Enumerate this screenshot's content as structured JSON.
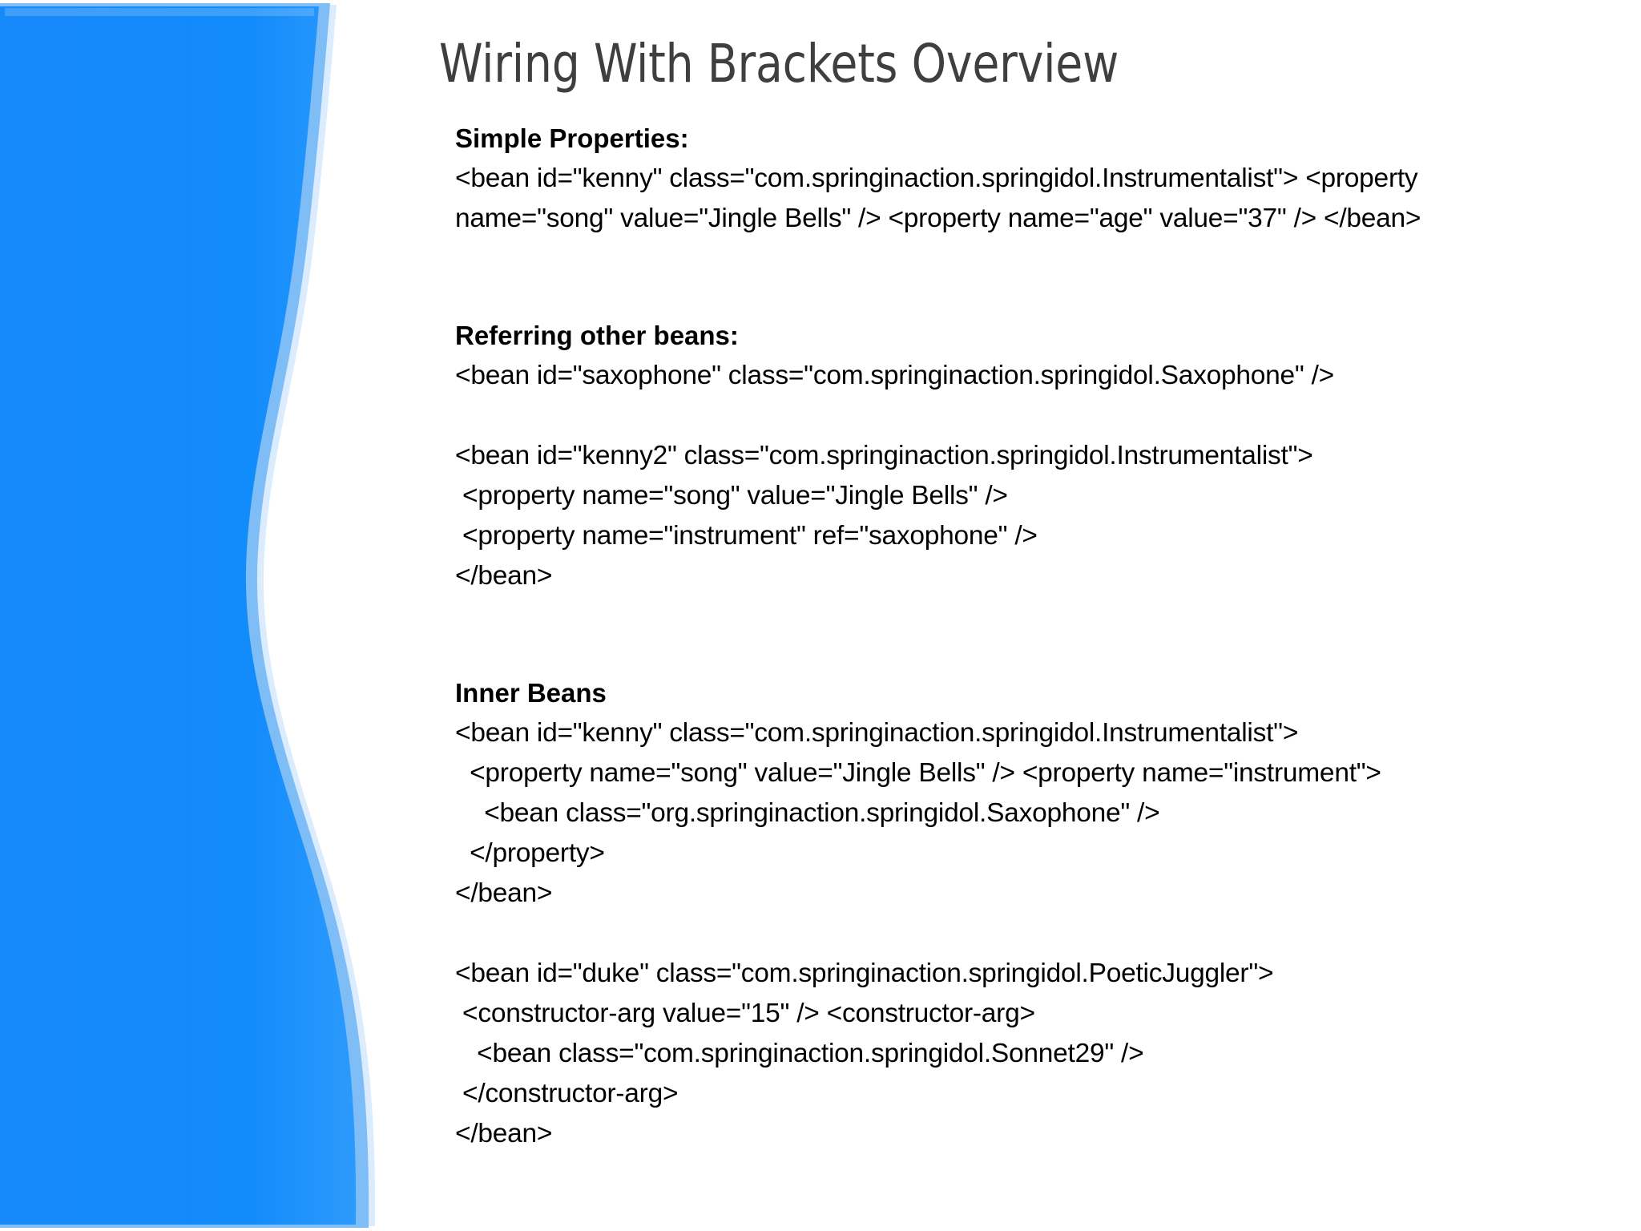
{
  "slide": {
    "title": "Wiring With Brackets Overview",
    "background_color": "#FFFFFF",
    "title_color": "#3F3F3F"
  },
  "decoration": {
    "name": "blue-wave-shape",
    "fill_color": "#1489FA",
    "edge_highlight_color": "#7FBDF7",
    "outer_glow_color": "#BBDCFB"
  },
  "sections": [
    {
      "heading": "Simple Properties:",
      "lines": [
        "<bean id=\"kenny\" class=\"com.springinaction.springidol.Instrumentalist\"> <property",
        "name=\"song\" value=\"Jingle Bells\" /> <property name=\"age\" value=\"37\" /> </bean>"
      ]
    },
    {
      "heading": "Referring other beans:",
      "lines": [
        "<bean id=\"saxophone\" class=\"com.springinaction.springidol.Saxophone\" />",
        "",
        "<bean id=\"kenny2\" class=\"com.springinaction.springidol.Instrumentalist\">",
        " <property name=\"song\" value=\"Jingle Bells\" />",
        " <property name=\"instrument\" ref=\"saxophone\" />",
        "</bean>"
      ]
    },
    {
      "heading": "Inner Beans",
      "lines": [
        "<bean id=\"kenny\" class=\"com.springinaction.springidol.Instrumentalist\">",
        "  <property name=\"song\" value=\"Jingle Bells\" /> <property name=\"instrument\">",
        "    <bean class=\"org.springinaction.springidol.Saxophone\" />",
        "  </property>",
        "</bean>",
        "",
        "<bean id=\"duke\" class=\"com.springinaction.springidol.PoeticJuggler\">",
        " <constructor-arg value=\"15\" /> <constructor-arg>",
        "   <bean class=\"com.springinaction.springidol.Sonnet29\" />",
        " </constructor-arg>",
        "</bean>"
      ]
    }
  ]
}
